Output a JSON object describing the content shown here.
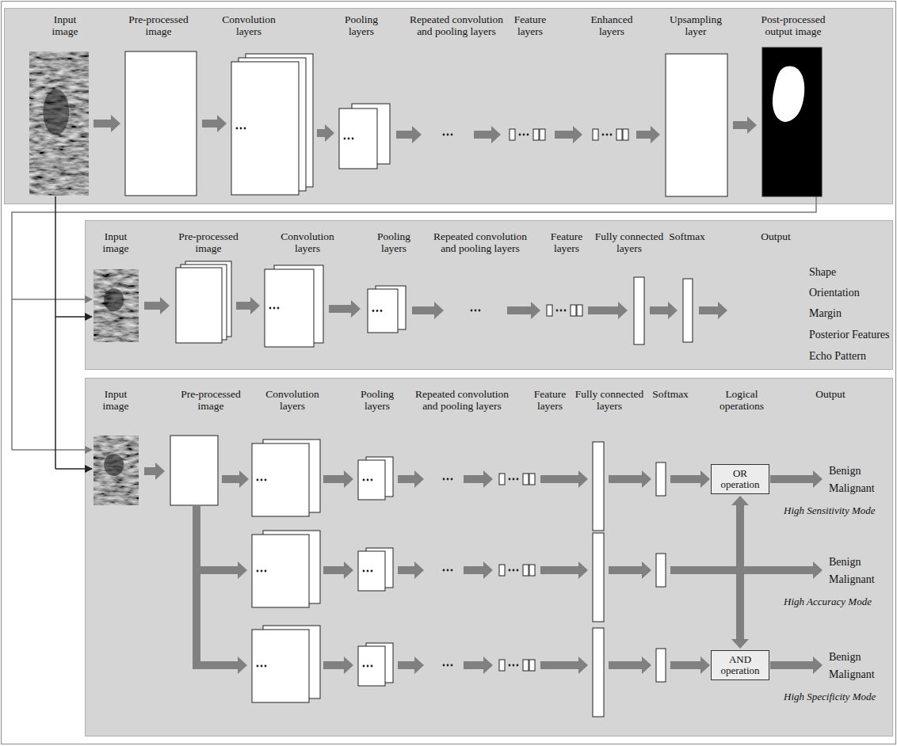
{
  "diagram": {
    "nodes": [
      {
        "text": [
          "Input image",
          "Pre-processed image",
          "Convolution layers",
          "Pooling layers",
          "Repeated convolution and pooling layers",
          "Feature layers",
          "Enhanced layers",
          "Upsampling layer",
          "Post-processed output image"
        ]
      },
      {
        "text": [
          "Input image",
          "Pre-processed image",
          "Convolution layers",
          "Pooling layers",
          "Repeated convolution and pooling layers",
          "Feature layers",
          "Fully connected layers",
          "Softmax",
          "Output",
          "Shape",
          "Orientation",
          "Margin",
          "Posterior Features",
          "Echo Pattern"
        ]
      },
      {
        "text": [
          "Input image",
          "Pre-processed image",
          "Convolution layers",
          "Pooling layers",
          "Repeated convolution and pooling layers",
          "Feature layers",
          "Fully connected layers",
          "Softmax",
          "Logical operations",
          "Output",
          "Benign",
          "Malignant",
          "High Sensitivity Mode",
          "Benign",
          "Malignant",
          "High Accuracy Mode",
          "Benign",
          "Malignant",
          "High Specificity Mode"
        ]
      },
      {
        "text": [
          "OR operation"
        ],
        "in": 2
      },
      {
        "text": [
          "AND operation"
        ],
        "in": 2
      }
    ]
  }
}
